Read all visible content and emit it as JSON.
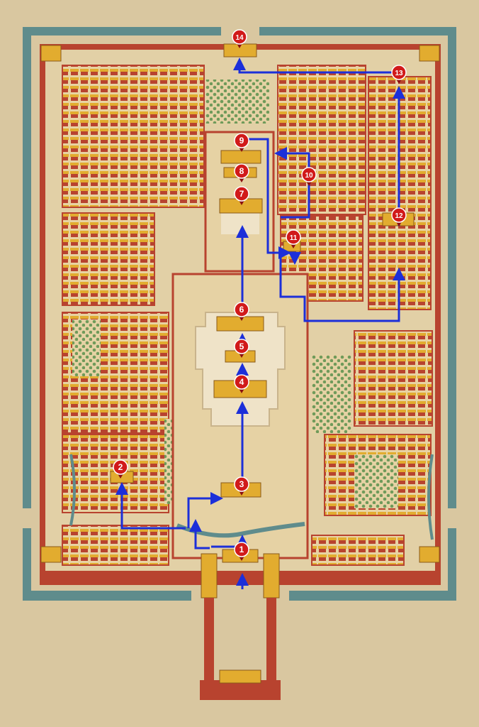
{
  "map": {
    "colors": {
      "paper": "#d9c7a0",
      "moat": "#5f8c8c",
      "wall": "#b8432f",
      "courtyard": "#e6d2a4",
      "terrace": "#efe3c8",
      "roof": "#e2ac2f",
      "tree": "#6f9a5a",
      "route": "#1c2fd9",
      "marker": "#d11a1a"
    },
    "icons": {
      "marker": "map-pin-icon",
      "route_arrow": "arrow-icon"
    },
    "markers": [
      {
        "label": "1"
      },
      {
        "label": "2"
      },
      {
        "label": "3"
      },
      {
        "label": "4"
      },
      {
        "label": "5"
      },
      {
        "label": "6"
      },
      {
        "label": "7"
      },
      {
        "label": "8"
      },
      {
        "label": "9"
      },
      {
        "label": "10"
      },
      {
        "label": "11"
      },
      {
        "label": "12"
      },
      {
        "label": "13"
      },
      {
        "label": "14"
      }
    ]
  }
}
